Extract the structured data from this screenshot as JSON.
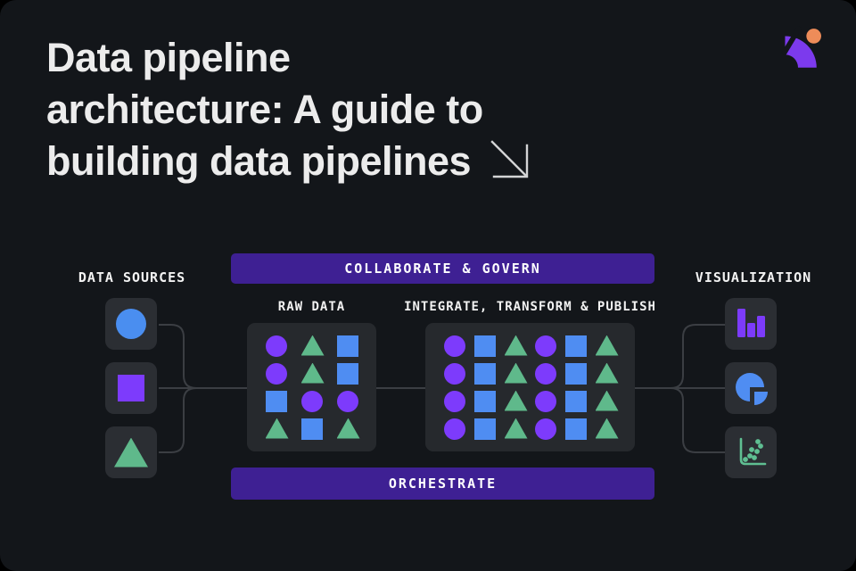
{
  "title": {
    "lines": [
      "Data pipeline",
      "architecture: A guide to",
      "building data pipelines"
    ]
  },
  "logo": {
    "purple": "#7c3aed",
    "orange": "#ee8c59"
  },
  "colors": {
    "page_bg": "#000000",
    "card_bg": "#13161a",
    "panel_bg": "#26292d",
    "tile_bg": "#2b2e33",
    "banner_bg": "#3e2093",
    "connector": "#3b3e43",
    "title_text": "#ececec",
    "label_text": "#f2f2f2"
  },
  "diagram": {
    "sources": {
      "label": "DATA SOURCES",
      "items": [
        {
          "shape": "circle",
          "color": "#4a8ef0"
        },
        {
          "shape": "square",
          "color": "#7d3bfc"
        },
        {
          "shape": "triangle",
          "color": "#5fb98b"
        }
      ]
    },
    "collaborate": {
      "label": "COLLABORATE & GOVERN"
    },
    "orchestrate": {
      "label": "ORCHESTRATE"
    },
    "raw": {
      "label": "RAW DATA",
      "grid": [
        [
          "circle",
          "triangle",
          "square"
        ],
        [
          "circle",
          "triangle",
          "square"
        ],
        [
          "square",
          "circle",
          "circle"
        ],
        [
          "triangle",
          "square",
          "triangle"
        ]
      ]
    },
    "integrate": {
      "label": "INTEGRATE, TRANSFORM & PUBLISH",
      "grid": [
        [
          "circle",
          "square",
          "triangle",
          "circle",
          "square",
          "triangle"
        ],
        [
          "circle",
          "square",
          "triangle",
          "circle",
          "square",
          "triangle"
        ],
        [
          "circle",
          "square",
          "triangle",
          "circle",
          "square",
          "triangle"
        ],
        [
          "circle",
          "square",
          "triangle",
          "circle",
          "square",
          "triangle"
        ]
      ]
    },
    "grid_colors": {
      "circle": "#7d3bfc",
      "square": "#4f8df2",
      "triangle": "#5fb98b"
    },
    "visualization": {
      "label": "VISUALIZATION",
      "items": [
        "bar-chart",
        "pie-chart",
        "scatter-plot"
      ],
      "icon_colors": {
        "bar": "#7c3bfa",
        "pie": "#4f8df2",
        "scatter": "#5fbf92"
      }
    }
  }
}
